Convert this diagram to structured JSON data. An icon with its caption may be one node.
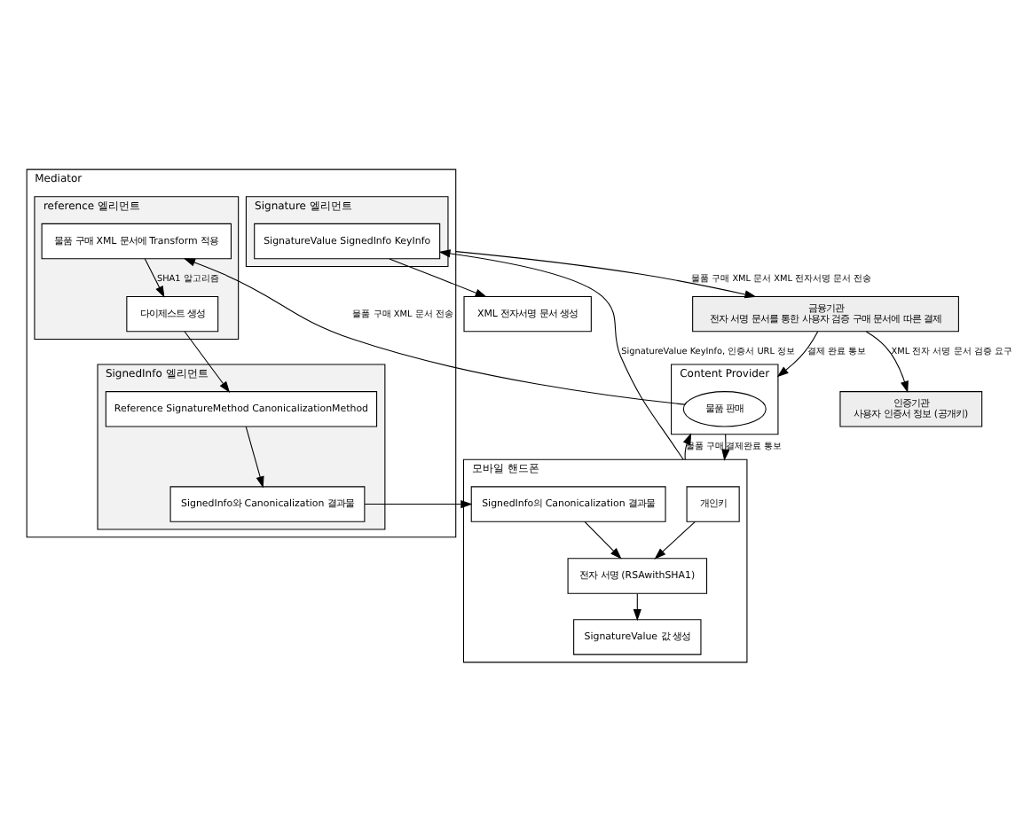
{
  "diagram": {
    "nodes": [
      {
        "text": [
          "모바일 핸드폰"
        ]
      },
      {
        "text": [
          "개인키"
        ],
        "in": 0
      },
      {
        "text": [
          "SignedInfo의 Canonicalization 결과물"
        ],
        "in": 0
      },
      {
        "text": [
          "전자 서명 (RSAwithSHA1)"
        ],
        "in": 0
      },
      {
        "text": [
          "SignatureValue 값 생성"
        ],
        "in": 0
      },
      {
        "text": [
          "Content Provider"
        ]
      },
      {
        "text": [
          "물품 판매"
        ],
        "in": 5
      },
      {
        "text": [
          "Mediator"
        ]
      },
      {
        "text": [
          "Signature 엘리먼트"
        ],
        "in": 7
      },
      {
        "text": [
          "SignatureValue SignedInfo KeyInfo"
        ],
        "in": 8
      },
      {
        "text": [
          "reference 엘리먼트"
        ],
        "in": 7
      },
      {
        "text": [
          "물품 구매 XML 문서에 Transform 적용"
        ],
        "in": 10
      },
      {
        "text": [
          "다이제스트 생성"
        ],
        "in": 10
      },
      {
        "text": [
          "SignedInfo 엘리먼트"
        ],
        "in": 7
      },
      {
        "text": [
          "SignedInfo와 Canonicalization 결과물"
        ],
        "in": 13
      },
      {
        "text": [
          "Reference SignatureMethod CanonicalizationMethod"
        ],
        "in": 13
      },
      {
        "text": [
          "XML 전자서명 문서 생성"
        ]
      },
      {
        "text": [
          "인증기관",
          "사용자 인증서 정보 (공개키)"
        ]
      },
      {
        "text": [
          "금융기관",
          "전자 서명 문서를 통한 사용자 검증 구매 문서에 따른 결제"
        ]
      }
    ],
    "edges": [
      {
        "from": 1,
        "to": 3,
        "arrow": "to"
      },
      {
        "from": 2,
        "to": 3,
        "arrow": "to"
      },
      {
        "from": 3,
        "to": 4,
        "arrow": "to"
      },
      {
        "from": 0,
        "to": 5,
        "arrow": "to",
        "label": "물품 구매"
      },
      {
        "from": 5,
        "to": 0,
        "arrow": "to",
        "label": "결제완료 통보"
      },
      {
        "from": 0,
        "to": 9,
        "arrow": "to",
        "label": "SignatureValue KeyInfo, 인증서 URL 정보"
      },
      {
        "from": 6,
        "to": 11,
        "arrow": "to",
        "label": "물품 구매 XML 문서 전송"
      },
      {
        "from": 14,
        "to": 2,
        "arrow": "to"
      },
      {
        "from": 11,
        "to": 12,
        "arrow": "to",
        "label": "SHA1 알고리즘"
      },
      {
        "from": 12,
        "to": 15,
        "arrow": "to"
      },
      {
        "from": 15,
        "to": 14,
        "arrow": "to"
      },
      {
        "from": 9,
        "to": 16,
        "arrow": "to"
      },
      {
        "from": 7,
        "to": 18,
        "arrow": "to",
        "label": "물품 구매 XML 문서 XML 전자서명 문서 전송"
      },
      {
        "from": 18,
        "to": 17,
        "arrow": "to",
        "label": "XML 전자 서명 문서 검증 요구"
      },
      {
        "from": 18,
        "to": 5,
        "arrow": "to",
        "label": "결제 완료 통보"
      }
    ]
  }
}
